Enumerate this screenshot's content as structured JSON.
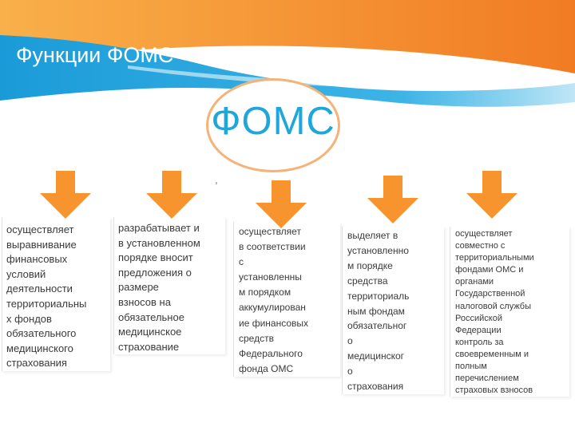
{
  "title": "Функции ФОМС",
  "center": {
    "label": "ФОМС"
  },
  "colors": {
    "orange": "#f7942e",
    "blue": "#1fa7dc",
    "oval_border": "#f6b277",
    "text": "#3b3b3b"
  },
  "columns": [
    {
      "text": "осуществляет\nвыравнивание\nфинансовых\nусловий\nдеятельности\nтерриториальны\nх фондов\nобязательного\nмедицинского\nстрахования"
    },
    {
      "text": "разрабатывает и\nв установленном\nпорядке вносит\nпредложения о\nразмере\nвзносов на\nобязательное\nмедицинское\nстрахование"
    },
    {
      "text": "осуществляет\nв соответствии\nс\nустановленны\nм порядком\nаккумулирован\nие финансовых\nсредств\nФедерального\nфонда ОМС"
    },
    {
      "text": "выделяет в\nустановленно\nм порядке\nсредства\nтерриториаль\nным фондам\nобязательног\nо\nмедицинског\nо\nстрахования"
    },
    {
      "text": "осуществляет\nсовместно с\nтерриториальными\nфондами ОМС и\nорганами\nГосударственной\nналоговой службы\nРоссийской\nФедерации\nконтроль за\nсвоевременным и\nполным\nперечислением\nстраховых взносов"
    }
  ]
}
